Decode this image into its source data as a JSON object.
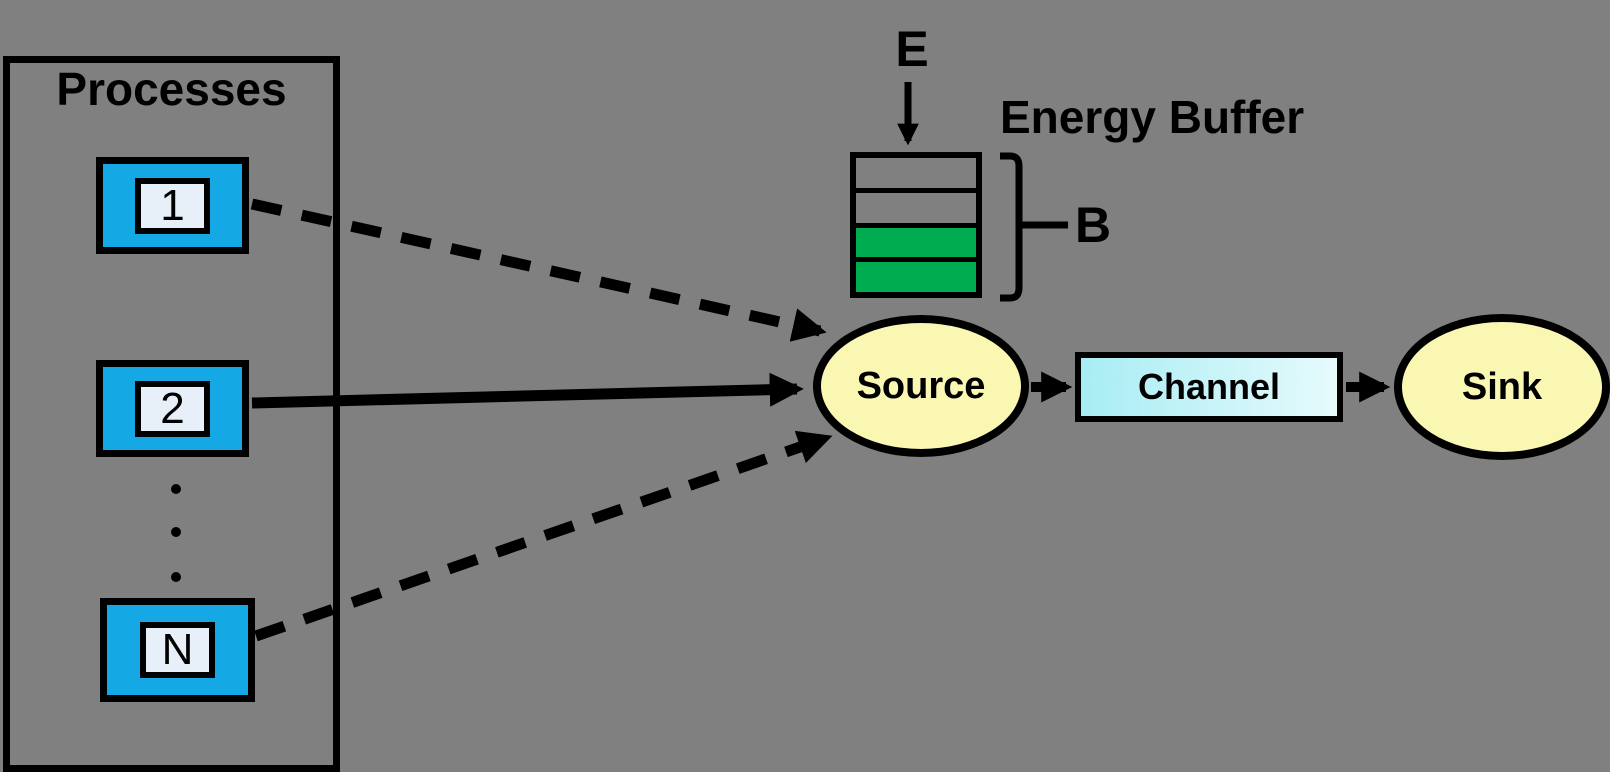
{
  "colors": {
    "background": "#808080",
    "process_fill": "#14A9E4",
    "process_label_fill": "#E7F0F9",
    "buffer_full_fill": "#00AC50",
    "node_fill": "#F9F7B2",
    "channel_fill_left": "#A8EDF4",
    "channel_fill_right": "#E6FAFC",
    "line_color": "#000000"
  },
  "processes": {
    "title": "Processes",
    "items": [
      {
        "label": "1"
      },
      {
        "label": "2"
      },
      {
        "label": "N"
      }
    ],
    "ellipsis_dot_count": 3
  },
  "energy_buffer": {
    "title": "Energy Buffer",
    "input_label": "E",
    "size_label": "B",
    "cells": [
      {
        "state": "empty"
      },
      {
        "state": "empty"
      },
      {
        "state": "full"
      },
      {
        "state": "full"
      }
    ]
  },
  "nodes": {
    "source": {
      "label": "Source"
    },
    "channel": {
      "label": "Channel"
    },
    "sink": {
      "label": "Sink"
    }
  },
  "edges": [
    {
      "from": "process-1",
      "to": "source",
      "style": "dashed",
      "arrow": true
    },
    {
      "from": "process-2",
      "to": "source",
      "style": "solid",
      "arrow": true
    },
    {
      "from": "process-n",
      "to": "source",
      "style": "dashed",
      "arrow": true
    },
    {
      "from": "source",
      "to": "channel",
      "style": "solid",
      "arrow": true
    },
    {
      "from": "channel",
      "to": "sink",
      "style": "solid",
      "arrow": true
    },
    {
      "from": "energy-input-e",
      "to": "energy-buffer",
      "style": "solid",
      "arrow": true
    }
  ]
}
